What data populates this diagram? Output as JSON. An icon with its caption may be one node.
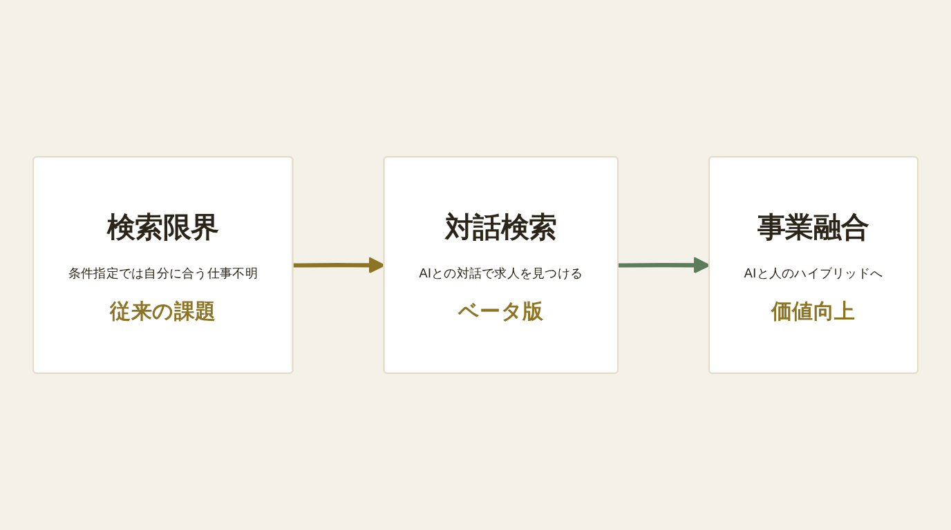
{
  "diagram": {
    "nodes": [
      {
        "text": [
          "検索限界",
          "条件指定では自分に合う仕事不明",
          "従来の課題"
        ]
      },
      {
        "text": [
          "対話検索",
          "AIとの対話で求人を見つける",
          "ベータ版"
        ]
      },
      {
        "text": [
          "事業融合",
          "AIと人のハイブリッドへ",
          "価値向上"
        ]
      }
    ],
    "edges": [
      {
        "from": 0,
        "to": 1,
        "arrow": "to",
        "color": "#8c7424"
      },
      {
        "from": 1,
        "to": 2,
        "arrow": "to",
        "color": "#5b7d5c"
      }
    ]
  }
}
